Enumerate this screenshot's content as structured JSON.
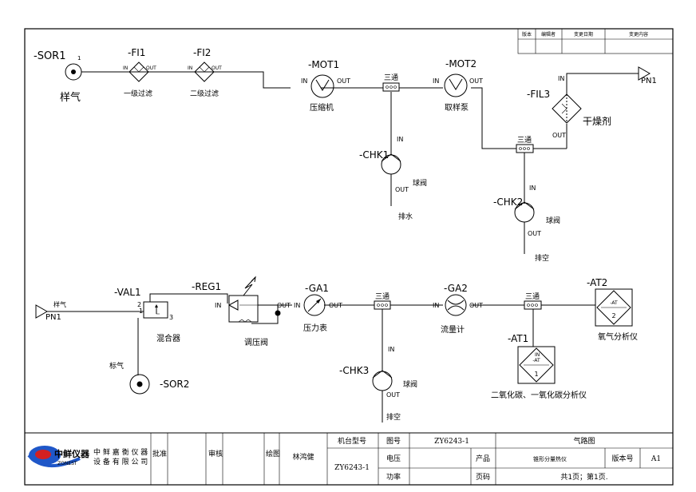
{
  "revision_header": {
    "version": "版本",
    "editor": "编辑者",
    "change_date": "变更日期",
    "change_content": "变更内容"
  },
  "components": {
    "sor1": {
      "tag": "-SOR1",
      "port": "1",
      "label": "样气"
    },
    "fi1": {
      "tag": "-FI1",
      "in": "IN",
      "out": "OUT",
      "label": "一级过滤"
    },
    "fi2": {
      "tag": "-FI2",
      "in": "IN",
      "out": "OUT",
      "label": "二级过滤"
    },
    "mot1": {
      "tag": "-MOT1",
      "in": "IN",
      "out": "OUT",
      "label": "压缩机"
    },
    "tee1": {
      "label": "三通"
    },
    "mot2": {
      "tag": "-MOT2",
      "in": "IN",
      "out": "OUT",
      "label": "取样泵"
    },
    "pn1_top": {
      "label": "PN1"
    },
    "fil3": {
      "tag": "-FIL3",
      "in": "IN",
      "out": "OUT",
      "label": "干燥剂"
    },
    "tee2": {
      "label": "三通"
    },
    "chk1": {
      "tag": "-CHK1",
      "in": "IN",
      "out": "OUT",
      "label": "球阀",
      "drain": "排水"
    },
    "chk2": {
      "tag": "-CHK2",
      "in": "IN",
      "out": "OUT",
      "label": "球阀",
      "drain": "排空"
    },
    "pn1_bottom": {
      "label": "PN1",
      "sample": "样气"
    },
    "val1": {
      "tag": "-VAL1",
      "p1": "1",
      "p2": "2",
      "p3": "3",
      "label": "混合器"
    },
    "sor2": {
      "tag": "-SOR2",
      "label": "标气"
    },
    "reg1": {
      "tag": "-REG1",
      "in": "IN",
      "out": "OUT",
      "label": "调压阀"
    },
    "ga1": {
      "tag": "-GA1",
      "in": "IN",
      "out": "OUT",
      "label": "压力表"
    },
    "tee3": {
      "label": "三通"
    },
    "ga2": {
      "tag": "-GA2",
      "in": "IN",
      "out": "OUT",
      "label": "流量计"
    },
    "tee4": {
      "label": "三通"
    },
    "at2": {
      "tag": "-AT2",
      "inner": "-AT",
      "num": "2",
      "label": "氧气分析仪"
    },
    "at1": {
      "tag": "-AT1",
      "in": "IN",
      "inner": "-AT",
      "num": "1",
      "label": "二氧化碳、一氧化碳分析仪"
    },
    "chk3": {
      "tag": "-CHK3",
      "in": "IN",
      "out": "OUT",
      "label": "球阀",
      "drain": "排空"
    }
  },
  "title_block": {
    "logo_text": "中鲜仪器",
    "logo_sub": "ZONEST",
    "company_line1": "中 鲜 嘉 衡 仪 器",
    "company_line2": "设 备 有 限 公 司",
    "approve": "批准",
    "review": "审核",
    "drawn": "绘图",
    "drawer": "林鸿健",
    "model_label": "机台型号",
    "model_value": "ZY6243-1",
    "drawing_no_label": "图号",
    "drawing_no_value": "ZY6243-1",
    "voltage_label": "电压",
    "power_label": "功率",
    "title": "气路图",
    "product_label": "产品",
    "product_value": "锥形分量热仪",
    "version_label": "版本号",
    "version_value": "A1",
    "page_label": "页码",
    "page_value": "共1页；第1页."
  },
  "colors": {
    "logo_blue": "#1f57c8",
    "logo_red": "#d42020",
    "company_yellow": "#e8d400"
  }
}
